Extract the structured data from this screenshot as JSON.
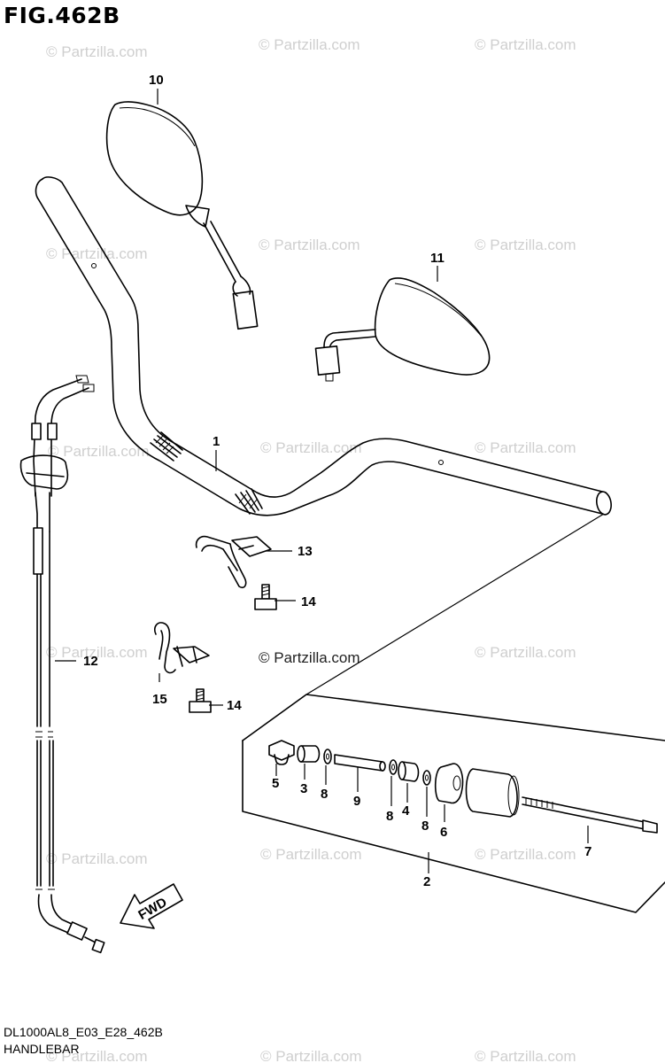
{
  "figure": {
    "title": "FIG.462B",
    "code": "DL1000AL8_E03_E28_462B",
    "name": "HANDLEBAR"
  },
  "watermark": {
    "text": "© Partzilla.com",
    "center_text": "© Partzilla.com"
  },
  "callouts": {
    "c1": "1",
    "c2": "2",
    "c3": "3",
    "c4": "4",
    "c5": "5",
    "c6": "6",
    "c7": "7",
    "c8a": "8",
    "c8b": "8",
    "c8c": "8",
    "c9": "9",
    "c10": "10",
    "c11": "11",
    "c12": "12",
    "c13": "13",
    "c14a": "14",
    "c14b": "14",
    "c15": "15"
  },
  "fwd_label": "FWD"
}
